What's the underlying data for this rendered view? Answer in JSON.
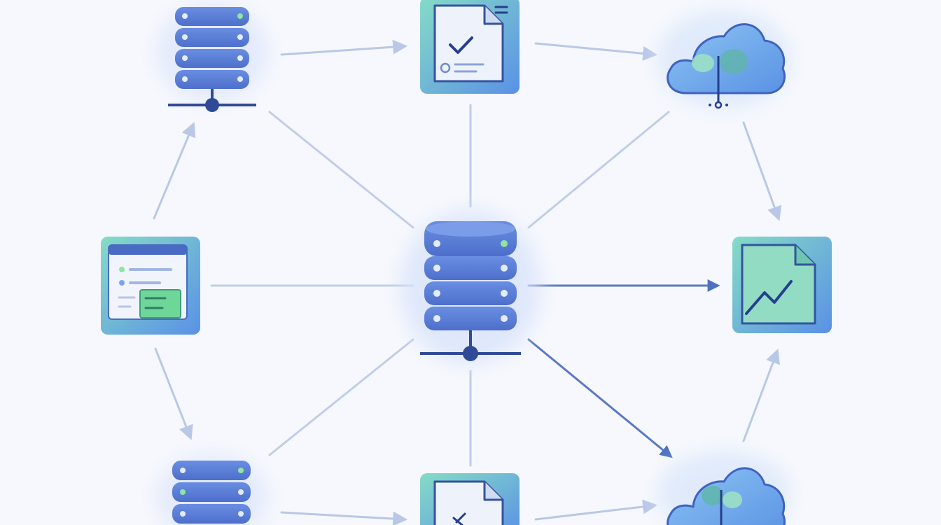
{
  "diagram": {
    "nodes": [
      {
        "id": "server-top-left",
        "kind": "server"
      },
      {
        "id": "document-check-top",
        "kind": "document-check"
      },
      {
        "id": "cloud-top-right",
        "kind": "cloud"
      },
      {
        "id": "dashboard-left",
        "kind": "dashboard"
      },
      {
        "id": "server-center",
        "kind": "server"
      },
      {
        "id": "chart-document-right",
        "kind": "chart-document"
      },
      {
        "id": "server-bottom-left",
        "kind": "server"
      },
      {
        "id": "document-bottom",
        "kind": "document-edit"
      },
      {
        "id": "cloud-bottom-right",
        "kind": "cloud"
      }
    ],
    "connections": [
      {
        "from": "server-top-left",
        "to": "document-check-top",
        "arrow": true
      },
      {
        "from": "document-check-top",
        "to": "cloud-top-right",
        "arrow": true
      },
      {
        "from": "dashboard-left",
        "to": "server-top-left",
        "arrow": true
      },
      {
        "from": "dashboard-left",
        "to": "server-bottom-left",
        "arrow": true
      },
      {
        "from": "cloud-top-right",
        "to": "chart-document-right",
        "arrow": true
      },
      {
        "from": "cloud-bottom-right",
        "to": "chart-document-right",
        "arrow": true
      },
      {
        "from": "server-bottom-left",
        "to": "document-bottom",
        "arrow": true
      },
      {
        "from": "document-bottom",
        "to": "cloud-bottom-right",
        "arrow": true
      },
      {
        "from": "server-center",
        "to": "server-top-left",
        "arrow": false
      },
      {
        "from": "server-center",
        "to": "document-check-top",
        "arrow": false
      },
      {
        "from": "server-center",
        "to": "cloud-top-right",
        "arrow": false
      },
      {
        "from": "server-center",
        "to": "dashboard-left",
        "arrow": false
      },
      {
        "from": "server-center",
        "to": "chart-document-right",
        "arrow": true
      },
      {
        "from": "server-center",
        "to": "server-bottom-left",
        "arrow": false
      },
      {
        "from": "server-center",
        "to": "document-bottom",
        "arrow": false
      },
      {
        "from": "server-center",
        "to": "cloud-bottom-right",
        "arrow": true
      }
    ]
  },
  "colors": {
    "background": "#f6f8fd",
    "server_fill": "#5b7fd8",
    "server_dark": "#3c5bb3",
    "connector_dark": "#2f4a97",
    "tile_gradient_start": "#7fd8c6",
    "tile_gradient_end": "#5b92e6",
    "cloud_fill": "#6ea8ee",
    "indicator_green": "#8ee6a0",
    "line_light": "#b9c8e6",
    "line_dark": "#5a78c4"
  }
}
